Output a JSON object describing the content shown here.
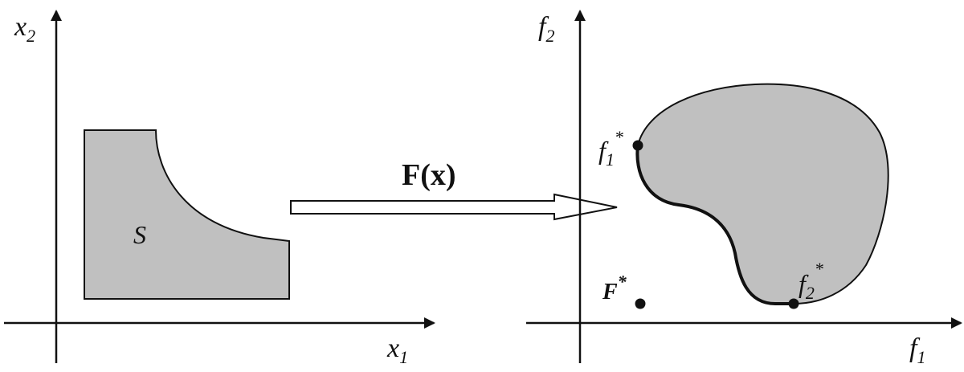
{
  "left_panel": {
    "y_axis_label": {
      "base": "x",
      "sub": "2"
    },
    "x_axis_label": {
      "base": "x",
      "sub": "1"
    },
    "region_label": "S"
  },
  "mapping": {
    "label_bold": "F",
    "label_paren_open": "(",
    "label_var": "x",
    "label_paren_close": ")"
  },
  "right_panel": {
    "y_axis_label": {
      "base": "f",
      "sub": "2"
    },
    "x_axis_label": {
      "base": "f",
      "sub": "1"
    },
    "point_f1": {
      "base": "f",
      "sub": "1",
      "sup": "*"
    },
    "point_f2": {
      "base": "f",
      "sub": "2",
      "sup": "*"
    },
    "point_ideal": {
      "base": "F",
      "sup": "*"
    }
  },
  "colors": {
    "region_fill": "#c0c0c0",
    "stroke": "#111111",
    "background": "#ffffff"
  }
}
